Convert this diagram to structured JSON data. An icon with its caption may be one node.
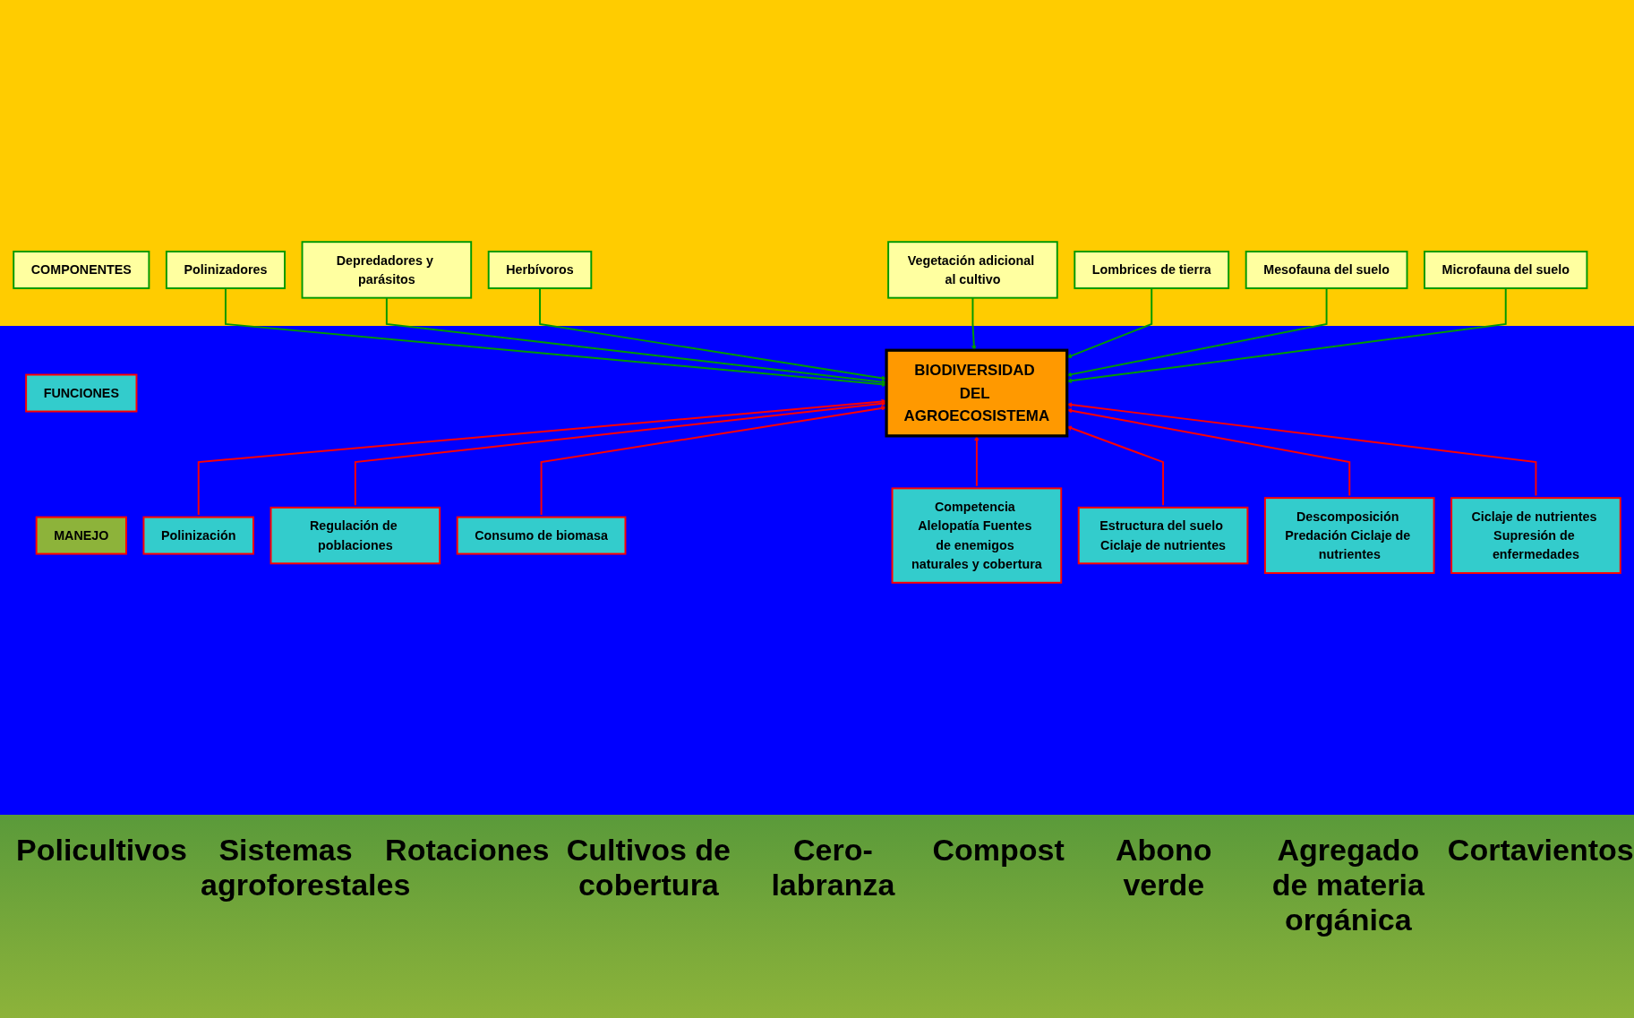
{
  "diagram": {
    "nodes": [
      {
        "text": [
          "COMPONENTES"
        ]
      },
      {
        "text": [
          "Herbívoros"
        ]
      },
      {
        "text": [
          "Vegetación adicional al cultivo"
        ]
      },
      {
        "text": [
          "Lombrices de tierra"
        ]
      },
      {
        "text": [
          "Depredadores y parásitos"
        ]
      },
      {
        "text": [
          "Mesofauna del suelo"
        ]
      },
      {
        "text": [
          "Polinizadores"
        ]
      },
      {
        "text": [
          "Microfauna del suelo"
        ]
      },
      {
        "text": [
          "BIODIVERSIDAD DEL AGROECOSISTEMA"
        ]
      },
      {
        "text": [
          "FUNCIONES"
        ]
      },
      {
        "text": [
          "Polinización"
        ]
      },
      {
        "text": [
          "Ciclaje de nutrientes Supresión de enfermedades"
        ]
      },
      {
        "text": [
          "Regulación de poblaciones"
        ]
      },
      {
        "text": [
          "Competencia Alelopatía Fuentes de enemigos naturales y cobertura"
        ]
      },
      {
        "text": [
          "Estructura del suelo Ciclaje de nutrientes"
        ]
      },
      {
        "text": [
          "Descomposición Predación Ciclaje de nutrientes"
        ]
      },
      {
        "text": [
          "Consumo de biomasa"
        ]
      },
      {
        "text": [
          "MANEJO"
        ]
      }
    ],
    "edges": [
      {
        "from": 6,
        "to": 8,
        "arrow": "to",
        "color": "#009900"
      },
      {
        "from": 4,
        "to": 8,
        "arrow": "to",
        "color": "#009900"
      },
      {
        "from": 1,
        "to": 8,
        "arrow": "to",
        "color": "#009900"
      },
      {
        "from": 2,
        "to": 8,
        "arrow": "to",
        "color": "#009900"
      },
      {
        "from": 3,
        "to": 8,
        "arrow": "to",
        "color": "#009900"
      },
      {
        "from": 5,
        "to": 8,
        "arrow": "to",
        "color": "#009900"
      },
      {
        "from": 7,
        "to": 8,
        "arrow": "to",
        "color": "#009900"
      },
      {
        "from": 10,
        "to": 8,
        "arrow": "to",
        "color": "#ff0000"
      },
      {
        "from": 12,
        "to": 8,
        "arrow": "to",
        "color": "#ff0000"
      },
      {
        "from": 16,
        "to": 8,
        "arrow": "to",
        "color": "#ff0000"
      },
      {
        "from": 13,
        "to": 8,
        "arrow": "to",
        "color": "#ff0000"
      },
      {
        "from": 14,
        "to": 8,
        "arrow": "to",
        "color": "#ff0000"
      },
      {
        "from": 15,
        "to": 8,
        "arrow": "to",
        "color": "#ff0000"
      },
      {
        "from": 11,
        "to": 8,
        "arrow": "to",
        "color": "#ff0000"
      }
    ],
    "labels": [
      "Policultivos",
      "Sistemas agroforestales",
      "Rotaciones",
      "Cultivos de cobertura",
      "Cero- labranza",
      "Compost",
      "Abono verde",
      "Agregado de materia orgánica",
      "Cortavientos"
    ]
  }
}
